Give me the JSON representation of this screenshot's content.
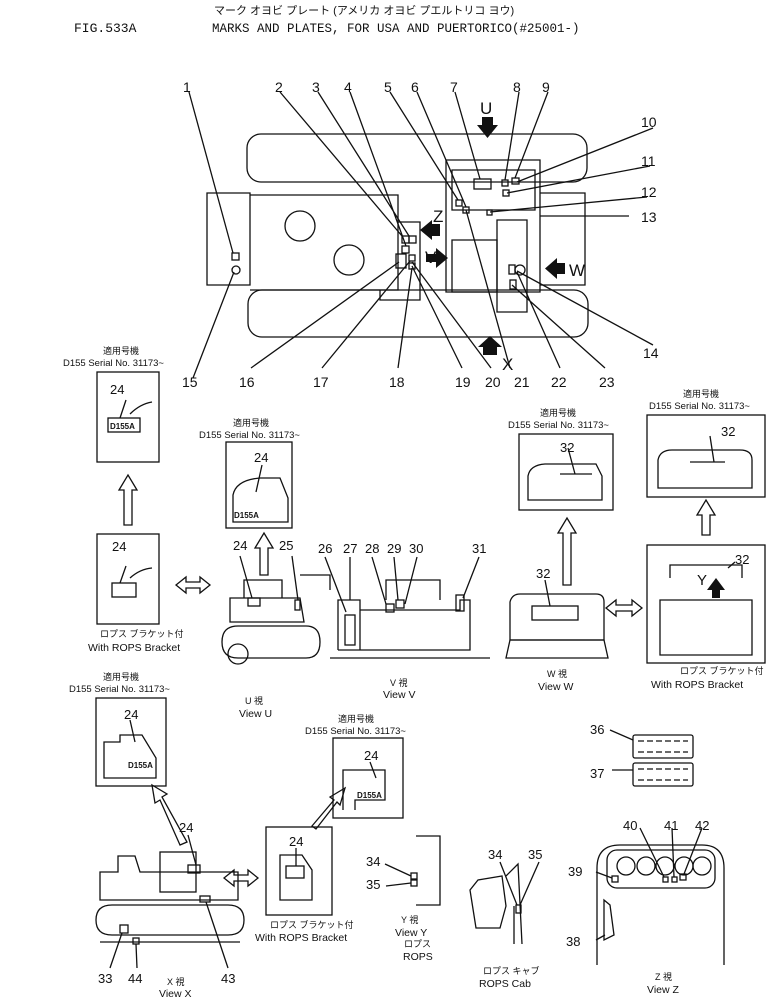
{
  "header": {
    "fig_no": "FIG.533A",
    "title_jp": "マーク オヨビ プレート (アメリカ オヨビ プエルトリコ ヨウ)",
    "title_en": "MARKS AND PLATES, FOR USA AND PUERTORICO(#25001-)"
  },
  "main_view": {
    "callouts": [
      "1",
      "2",
      "3",
      "4",
      "5",
      "6",
      "7",
      "8",
      "9",
      "10",
      "11",
      "12",
      "13",
      "14",
      "15",
      "16",
      "17",
      "18",
      "19",
      "20",
      "21",
      "22",
      "23"
    ],
    "arrows": {
      "u": "U",
      "v": "V",
      "w": "W",
      "x": "X",
      "y": "Y",
      "z": "Z"
    }
  },
  "serial": {
    "applicable_jp": "適用号機",
    "text": "D155  Serial  No.  31173~"
  },
  "views": {
    "view_u": {
      "jp": "U  視",
      "en": "View U"
    },
    "view_v": {
      "jp": "V  視",
      "en": "View V"
    },
    "view_w": {
      "jp": "W  視",
      "en": "View W"
    },
    "view_x": {
      "jp": "X  視",
      "en": "View X"
    },
    "view_y": {
      "jp": "Y  視",
      "en": "View Y"
    },
    "view_z": {
      "jp": "Z  視",
      "en": "View Z"
    }
  },
  "rops": {
    "bracket_jp": "ロプス ブラケット付",
    "bracket_en": "With ROPS Bracket",
    "rops_jp": "ロプス",
    "rops_en": "ROPS",
    "cab_jp": "ロプス キャブ",
    "cab_en": "ROPS Cab"
  },
  "plate_text": {
    "d155a": "D155A"
  },
  "detail_callouts": {
    "c24": "24",
    "c25": "25",
    "c26": "26",
    "c27": "27",
    "c28": "28",
    "c29": "29",
    "c30": "30",
    "c31": "31",
    "c32": "32",
    "c33": "33",
    "c34": "34",
    "c35": "35",
    "c36": "36",
    "c37": "37",
    "c38": "38",
    "c39": "39",
    "c40": "40",
    "c41": "41",
    "c42": "42",
    "c43": "43",
    "c44": "44"
  }
}
